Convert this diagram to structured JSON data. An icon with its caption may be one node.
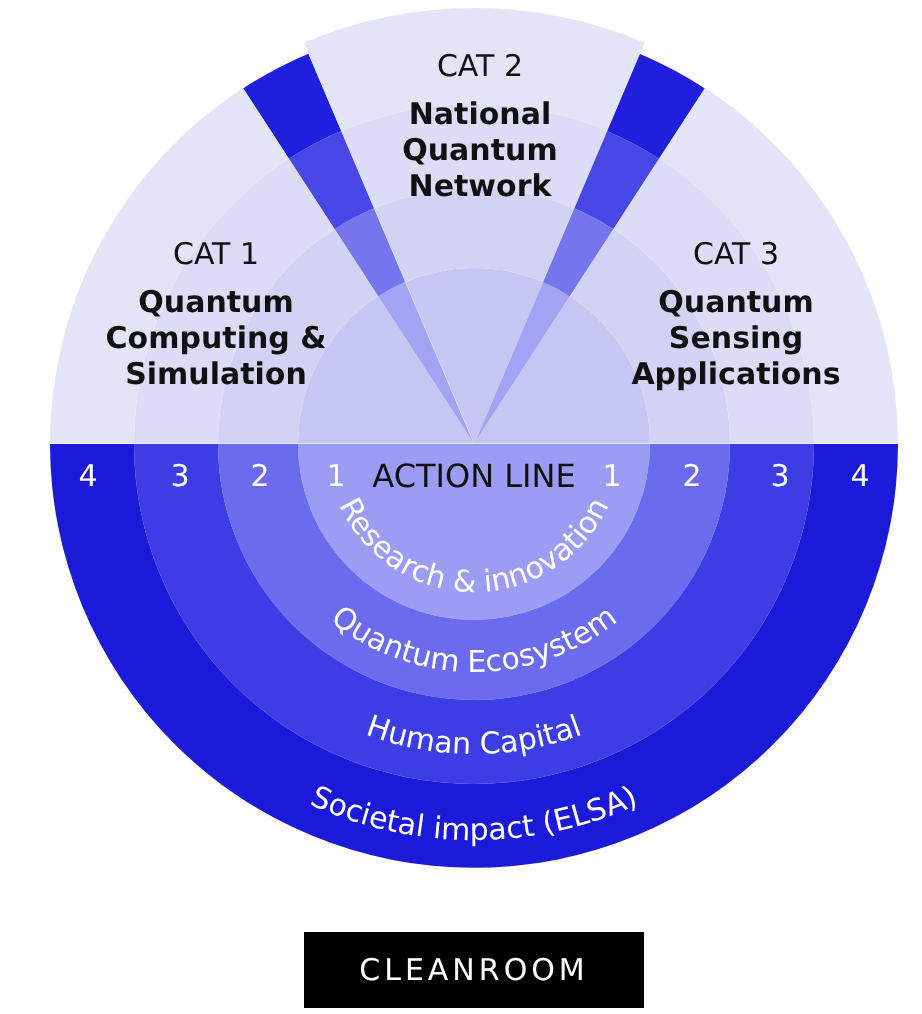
{
  "diagram": {
    "nodes": [
      {
        "text": [
          "CAT 1",
          "Quantum Computing & Simulation"
        ]
      },
      {
        "text": [
          "CAT 2",
          "National Quantum Network"
        ]
      },
      {
        "text": [
          "CAT 3",
          "Quantum Sensing Applications"
        ]
      },
      {
        "text": [
          "Research & innovation"
        ]
      },
      {
        "text": [
          "Quantum Ecosystem"
        ]
      },
      {
        "text": [
          "Human Capital"
        ]
      },
      {
        "text": [
          "Societal impact (ELSA)"
        ]
      },
      {
        "text": [
          "CLEANROOM"
        ]
      }
    ],
    "labels": [
      "4",
      "3",
      "2",
      "1",
      "ACTION LINE",
      "1",
      "2",
      "3",
      "4"
    ]
  }
}
